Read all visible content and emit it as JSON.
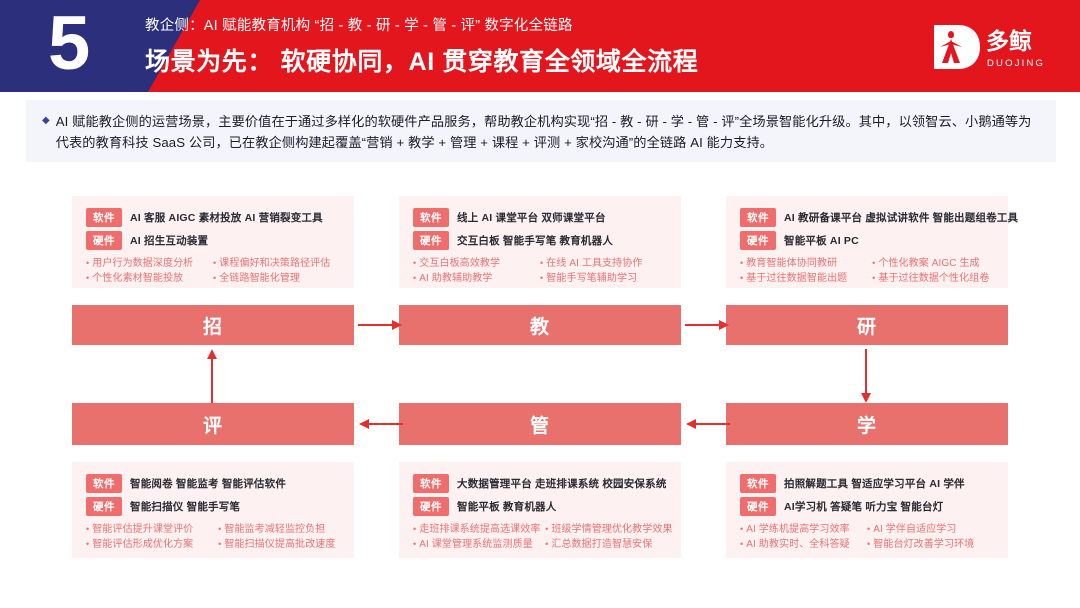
{
  "header": {
    "number": "5",
    "subtitle": "教企侧：AI 赋能教育机构 “招 - 教 - 研 - 学 - 管 - 评” 数字化全链路",
    "title": "场景为先： 软硬协同，AI 贯穿教育全领域全流程",
    "logo_cn": "多鲸",
    "logo_en": "DUOJING",
    "colors": {
      "blue": "#2b2f7c",
      "red": "#e3151d"
    }
  },
  "description": {
    "bullet": "◆",
    "text": "AI 赋能教企侧的运营场景，主要价值在于通过多样化的软硬件产品服务，帮助教企机构实现“招 - 教 - 研 - 学 - 管 - 评”全场景智能化升级。其中，以领智云、小鹅通等为代表的教育科技 SaaS 公司，已在教企侧构建起覆盖“营销 + 教学 + 管理 + 课程 + 评测 + 家校沟通”的全链路 AI 能力支持。"
  },
  "labels": {
    "software": "软件",
    "hardware": "硬件"
  },
  "stages": [
    {
      "key": "zhao",
      "name": "招"
    },
    {
      "key": "jiao",
      "name": "教"
    },
    {
      "key": "yan",
      "name": "研"
    },
    {
      "key": "ping",
      "name": "评"
    },
    {
      "key": "guan",
      "name": "管"
    },
    {
      "key": "xue",
      "name": "学"
    }
  ],
  "cards": {
    "zhao": {
      "software": "AI 客服    AIGC 素材投放    AI 营销裂变工具",
      "hardware": "AI 招生互动装置",
      "bullets": [
        "用户行为数据深度分析",
        "课程偏好和决策路径评估",
        "个性化素材智能投放",
        "全链路智能化管理"
      ]
    },
    "jiao": {
      "software": "线上 AI 课堂平台  双师课堂平台",
      "hardware": "交互白板  智能手写笔  教育机器人",
      "bullets": [
        "交互白板高效教学",
        "在线 AI 工具支持协作",
        "AI 助教辅助教学",
        "智能手写笔辅助学习"
      ]
    },
    "yan": {
      "software": "AI 教研备课平台  虚拟试讲软件 智能出题组卷工具",
      "hardware": "智能平板   AI PC",
      "bullets": [
        "教育智能体协同教研",
        "个性化教案 AIGC 生成",
        "基于过往数据智能出题",
        "基于过往数据个性化组卷"
      ]
    },
    "ping": {
      "software": "智能阅卷  智能监考  智能评估软件",
      "hardware": "智能扫描仪  智能手写笔",
      "bullets": [
        "智能评估提升课堂评价",
        "智能监考减轻监控负担",
        "智能评估形成优化方案",
        "智能扫描仪提高批改速度"
      ]
    },
    "guan": {
      "software": "大数据管理平台  走班排课系统  校园安保系统",
      "hardware": "智能平板  教育机器人",
      "bullets": [
        "走班排课系统提高选课效率",
        "班级学情管理优化教学效果",
        "AI 课堂管理系统监测质量",
        "汇总数据打造智慧安保"
      ]
    },
    "xue": {
      "software": "拍照解题工具  智适应学习平台  AI 学伴",
      "hardware": "AI学习机   答疑笔   听力宝   智能台灯",
      "bullets": [
        "AI 学练机提高学习效率",
        "AI 学伴自适应学习",
        "AI 助教实时、全科答疑",
        "智能台灯改善学习环境"
      ]
    }
  },
  "flow": {
    "arrow_color": "#e2302f",
    "directions": [
      "right",
      "right",
      "down",
      "left",
      "left",
      "up"
    ]
  }
}
